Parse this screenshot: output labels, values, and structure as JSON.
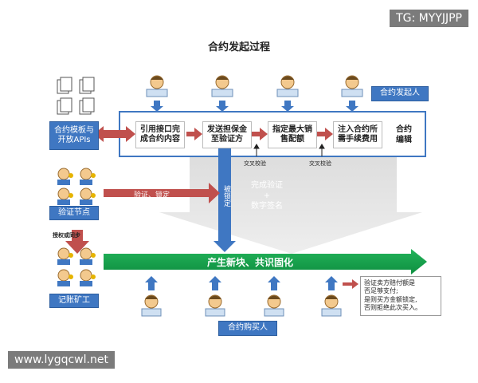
{
  "watermark": "TG: MYYJJPP",
  "site": "www.lygqcwl.net",
  "title": "合约发起过程",
  "labels": {
    "initiator": "合约发起人",
    "templates_line1": "合约模板与",
    "templates_line2": "开放APIs",
    "verify_node": "验证节点",
    "miner": "记账矿工",
    "buyer": "合约购买人",
    "contract_edit_line1": "合约",
    "contract_edit_line2": "编辑"
  },
  "steps": [
    {
      "line1": "引用接口完",
      "line2": "成合约内容"
    },
    {
      "line1": "发送担保金",
      "line2": "至验证方"
    },
    {
      "line1": "指定最大销",
      "line2": "售配额"
    },
    {
      "line1": "注入合约所",
      "line2": "需手续费用"
    }
  ],
  "cross_check": "交叉校验",
  "verify_lock": "验证、锁定",
  "locked": "被锁定",
  "done_verify": "完成验证",
  "dot": "+",
  "digital_sign": "数字签名",
  "authorize": "授权或同步",
  "new_block": "产生新块、共识固化",
  "note": {
    "line1": "验证卖方赔付额是",
    "line2": "否足够支付;",
    "line3": "是则买方金额锁定,",
    "line4": "否则拒绝此次买入。"
  },
  "colors": {
    "blue": "#3f77c2",
    "red": "#c0504d",
    "green": "#12a14a",
    "grey": "#d4d4d4"
  }
}
